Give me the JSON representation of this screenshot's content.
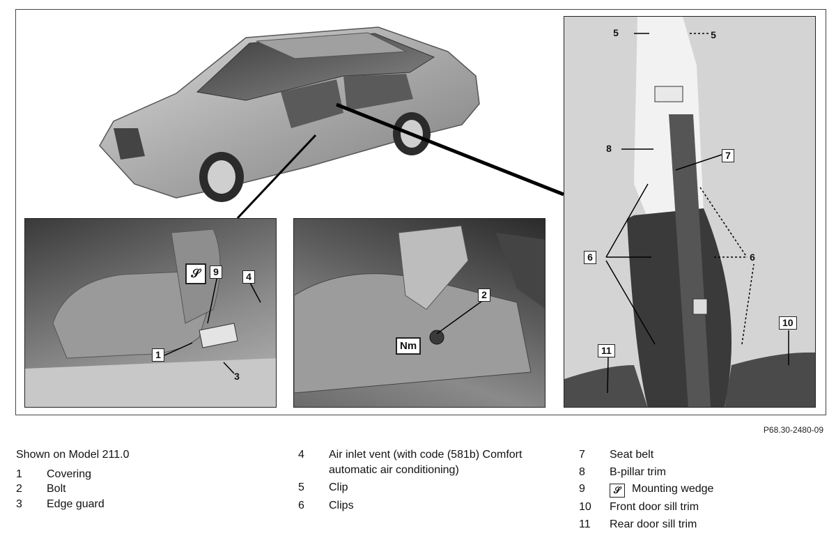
{
  "figure": {
    "reference_code": "P68.30-2480-09",
    "callouts": {
      "seat_panel": [
        "9",
        "4",
        "1",
        "3"
      ],
      "bolt_panel": [
        "2"
      ],
      "pillar_panel": [
        "5",
        "5",
        "8",
        "7",
        "6",
        "6",
        "11",
        "10"
      ]
    },
    "torque_symbol": "Nm",
    "tool_symbol": "tool-wedge-icon"
  },
  "legend": {
    "note": "Shown on Model 211.0",
    "col1": [
      {
        "num": "1",
        "text": "Covering"
      },
      {
        "num": "2",
        "text": "Bolt"
      },
      {
        "num": "3",
        "text": "Edge guard"
      }
    ],
    "col2": [
      {
        "num": "4",
        "text": "Air inlet vent (with code (581b) Comfort automatic air conditioning)"
      },
      {
        "num": "5",
        "text": "Clip"
      },
      {
        "num": "6",
        "text": "Clips"
      }
    ],
    "col3": [
      {
        "num": "7",
        "text": "Seat belt"
      },
      {
        "num": "8",
        "text": "B-pillar trim"
      },
      {
        "num": "9",
        "text": "Mounting wedge"
      },
      {
        "num": "10",
        "text": "Front door sill trim"
      },
      {
        "num": "11",
        "text": "Rear door sill trim"
      }
    ]
  }
}
